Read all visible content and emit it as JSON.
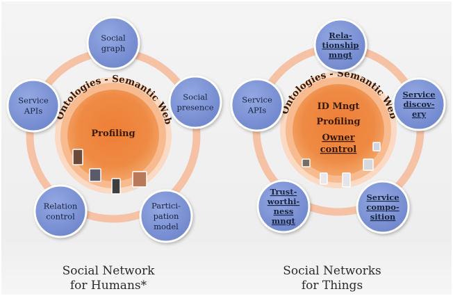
{
  "diagrams": [
    {
      "arc_label": "Ontologies - Semantic Web",
      "center_items": [
        {
          "text": "Profiling",
          "underline": false
        }
      ],
      "satellites": [
        {
          "lines": [
            "Social",
            "graph"
          ],
          "bold_underline": false
        },
        {
          "lines": [
            "Social",
            "presence"
          ],
          "bold_underline": false
        },
        {
          "lines": [
            "Partici-",
            "pation",
            "model"
          ],
          "bold_underline": false
        },
        {
          "lines": [
            "Relation",
            "control"
          ],
          "bold_underline": false
        },
        {
          "lines": [
            "Service",
            "APIs"
          ],
          "bold_underline": false
        }
      ],
      "caption": [
        "Social Network",
        "for Humans*"
      ]
    },
    {
      "arc_label": "Ontologies - Semantic Web",
      "center_items": [
        {
          "text": "ID Mngt",
          "underline": false
        },
        {
          "text": "Profiling",
          "underline": false
        },
        {
          "text": "Owner",
          "underline": true
        },
        {
          "text": "control",
          "underline": true
        }
      ],
      "satellites": [
        {
          "lines": [
            "Rela-",
            "tionship",
            "mngt"
          ],
          "bold_underline": true
        },
        {
          "lines": [
            "Service",
            "discov-",
            "ery"
          ],
          "bold_underline": true
        },
        {
          "lines": [
            "Service",
            "compo-",
            "sition"
          ],
          "bold_underline": true
        },
        {
          "lines": [
            "Trust-",
            "worthi-",
            "ness",
            "mngt"
          ],
          "bold_underline": true
        },
        {
          "lines": [
            "Service",
            "APIs"
          ],
          "bold_underline": false
        }
      ],
      "caption": [
        "Social Networks",
        "for Things"
      ]
    }
  ],
  "colors": {
    "ring": "#f6c2a6",
    "halo": "#fbd9c2",
    "core_outer": "#f4a266",
    "core_inner": "#ec7f38",
    "node_fill": "#7f95d6",
    "node_stroke": "#ffffff",
    "node_text": "#17233f",
    "center_text": "#3a1a05"
  }
}
